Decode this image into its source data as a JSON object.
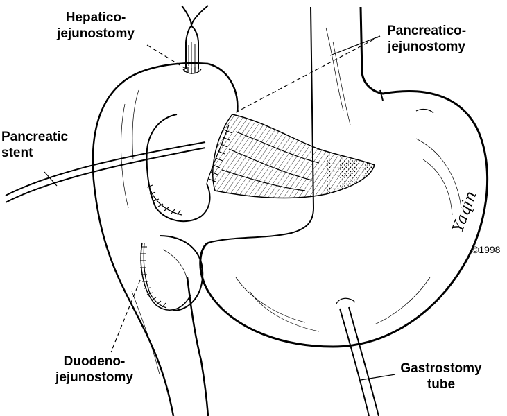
{
  "labels": {
    "hepaticojejunostomy": [
      "Hepatico-",
      "jejunostomy"
    ],
    "pancreaticojejunostomy": [
      "Pancreatico-",
      "jejunostomy"
    ],
    "pancreatic_stent": [
      "Pancreatic",
      "stent"
    ],
    "duodenojejunostomy": [
      "Duodeno-",
      "jejunostomy"
    ],
    "gastrostomy_tube": [
      "Gastrostomy",
      "tube"
    ]
  },
  "signature": "Yaqin",
  "copyright": "©1998",
  "colors": {
    "ink": "#000000",
    "background": "#ffffff"
  }
}
